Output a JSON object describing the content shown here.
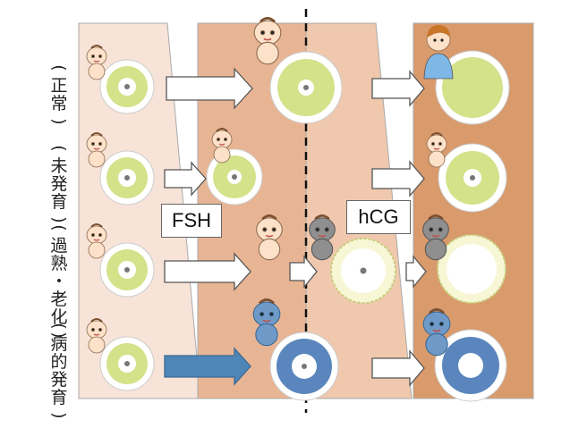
{
  "row_labels": [
    [
      "(",
      "正",
      "常",
      ")"
    ],
    [
      "(",
      "未",
      "発",
      "育",
      ")"
    ],
    [
      "(",
      "過",
      "熟",
      "・",
      "老",
      "化",
      ")"
    ],
    [
      "(",
      "病",
      "的",
      "発",
      "育",
      ")"
    ]
  ],
  "hormones": {
    "fsh": "FSH",
    "hcg": "hCG"
  },
  "colors": {
    "stage1": "#f8e3d8",
    "stage2": "#e8b594",
    "stage3": "#efc8ae",
    "stage4": "#d99a6c",
    "egg_green": "#d4e28a",
    "abnormal_blue": "#5a86bd",
    "arrow_blue": "#4f86b8",
    "divider": "#111111"
  },
  "icons": [
    "baby-icon",
    "child-icon",
    "egg-cell-icon",
    "arrow-icon",
    "dashed-divider"
  ]
}
